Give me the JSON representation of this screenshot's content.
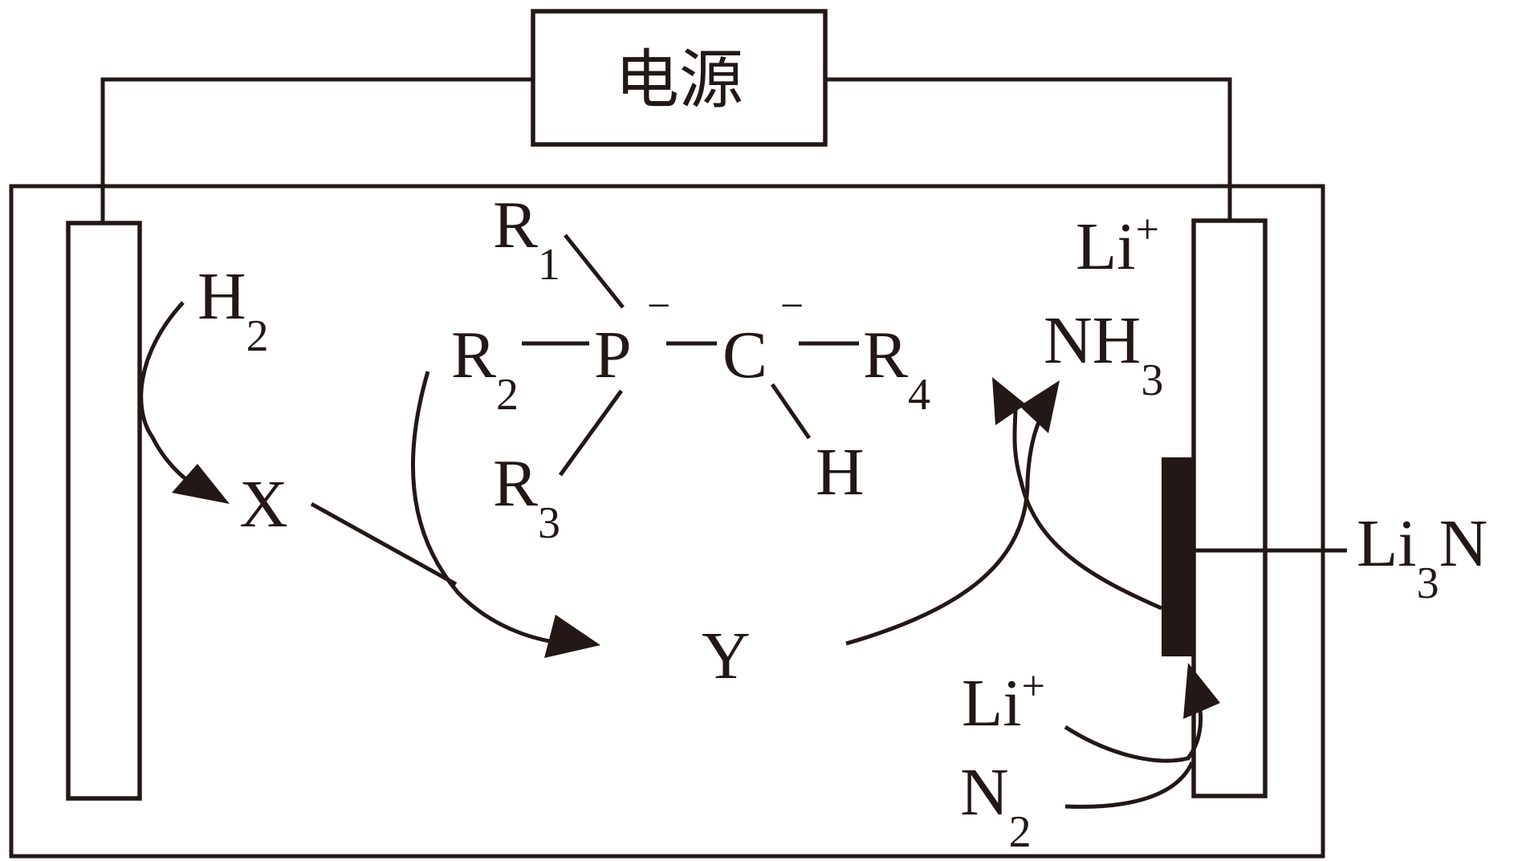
{
  "power_source": {
    "label": "电源"
  },
  "left_electrode": {
    "reactant": {
      "symbol": "H",
      "subscript": "2"
    },
    "product": "X"
  },
  "catalyst": {
    "atom_p": "P",
    "atom_c": "C",
    "charge": "−",
    "r1": {
      "symbol": "R",
      "subscript": "1"
    },
    "r2": {
      "symbol": "R",
      "subscript": "2"
    },
    "r3": {
      "symbol": "R",
      "subscript": "3"
    },
    "r4": {
      "symbol": "R",
      "subscript": "4"
    },
    "h": "H"
  },
  "intermediate": "Y",
  "right_electrode": {
    "li_top": {
      "symbol": "Li",
      "superscript": "+"
    },
    "nh3": {
      "symbol": "NH",
      "subscript": "3"
    },
    "li3n": {
      "symbol": "Li",
      "subscript": "3",
      "tail": "N"
    },
    "li_bottom": {
      "symbol": "Li",
      "superscript": "+"
    },
    "n2": {
      "symbol": "N",
      "subscript": "2"
    }
  },
  "colors": {
    "ink": "#231815",
    "background": "#ffffff"
  }
}
